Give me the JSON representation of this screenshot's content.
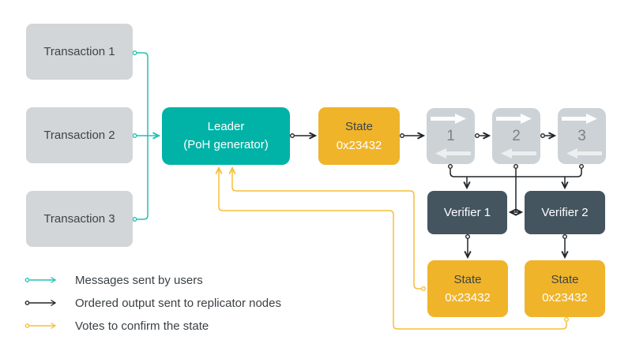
{
  "diagram": {
    "transactions": [
      "Transaction 1",
      "Transaction 2",
      "Transaction 3"
    ],
    "leader": {
      "title": "Leader",
      "subtitle": "(PoH generator)"
    },
    "state_top": {
      "label": "State",
      "value": "0x23432"
    },
    "blocks": [
      "1",
      "2",
      "3"
    ],
    "verifiers": [
      "Verifier 1",
      "Verifier 2"
    ],
    "state_bottom_left": {
      "label": "State",
      "value": "0x23432"
    },
    "state_bottom_right": {
      "label": "State",
      "value": "0x23432"
    }
  },
  "legend": [
    {
      "label": "Messages sent by users",
      "color": "#22c2b6"
    },
    {
      "label": "Ordered output sent to replicator nodes",
      "color": "#212529"
    },
    {
      "label": "Votes to confirm the state",
      "color": "#f6bf39"
    }
  ],
  "colors": {
    "background": "#ffffff",
    "transaction_box": "#d3d6d8",
    "leader_box": "#00b3a6",
    "state_box": "#f0b42a",
    "block_box": "#ccd2d6",
    "verifier_box": "#44555f",
    "user_message_line": "#22c2b6",
    "ordered_output_line": "#212529",
    "vote_line": "#f6bf39",
    "dark_text": "#3d4349",
    "light_text": "#ffffff"
  }
}
